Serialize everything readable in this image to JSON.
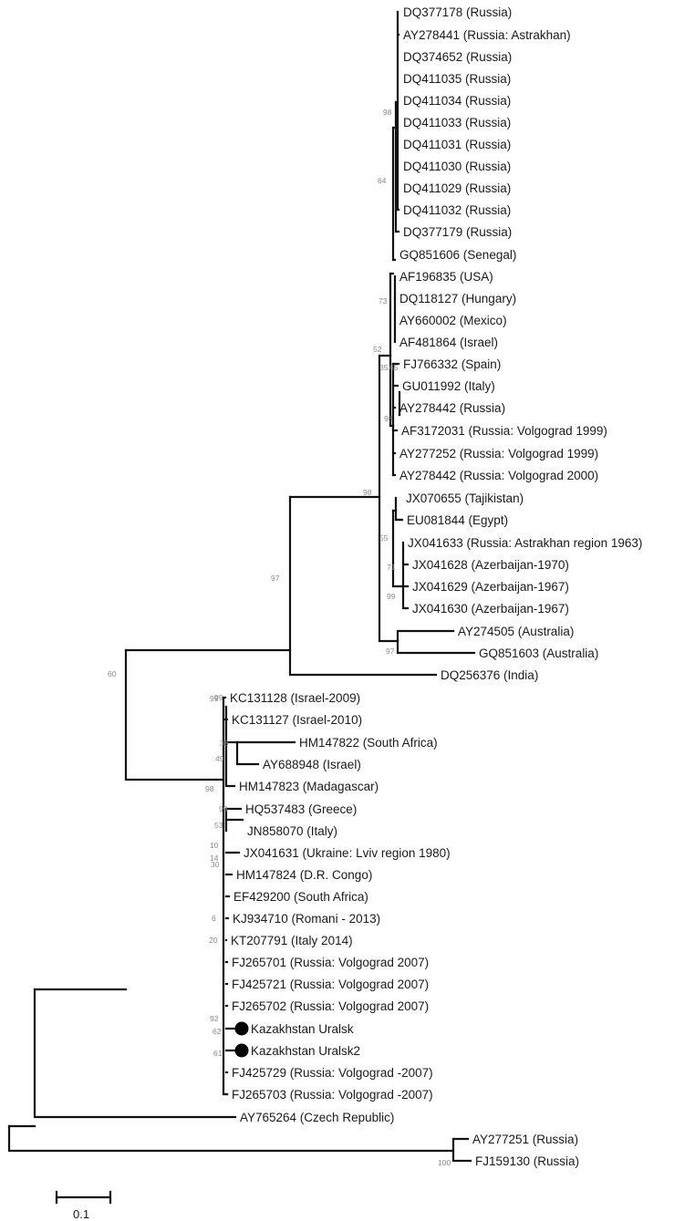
{
  "figure": {
    "type": "phylogenetic-tree",
    "colors": {
      "branch": "#111111",
      "label": "#1a1a1a",
      "support": "#8a8a8a",
      "marker": "#000000"
    },
    "scale_bar": {
      "label": "0.1"
    },
    "taxa": [
      {
        "id": "t1",
        "label": "DQ377178 (Russia)"
      },
      {
        "id": "t2",
        "label": "AY278441 (Russia: Astrakhan)"
      },
      {
        "id": "t3",
        "label": "DQ374652 (Russia)"
      },
      {
        "id": "t4",
        "label": "DQ411035 (Russia)"
      },
      {
        "id": "t5",
        "label": "DQ411034 (Russia)"
      },
      {
        "id": "t6",
        "label": "DQ411033 (Russia)"
      },
      {
        "id": "t7",
        "label": "DQ411031 (Russia)"
      },
      {
        "id": "t8",
        "label": "DQ411030 (Russia)"
      },
      {
        "id": "t9",
        "label": "DQ411029 (Russia)"
      },
      {
        "id": "t10",
        "label": "DQ411032 (Russia)"
      },
      {
        "id": "t11",
        "label": "DQ377179 (Russia)"
      },
      {
        "id": "t12",
        "label": "GQ851606 (Senegal)"
      },
      {
        "id": "t13",
        "label": "AF196835 (USA)"
      },
      {
        "id": "t14",
        "label": "DQ118127 (Hungary)"
      },
      {
        "id": "t15",
        "label": "AY660002 (Mexico)"
      },
      {
        "id": "t16",
        "label": "AF481864 (Israel)"
      },
      {
        "id": "t17",
        "label": "FJ766332 (Spain)"
      },
      {
        "id": "t18",
        "label": "GU011992 (Italy)"
      },
      {
        "id": "t19",
        "label": "AY278442 (Russia)"
      },
      {
        "id": "t20",
        "label": "AF3172031 (Russia: Volgograd 1999)"
      },
      {
        "id": "t21",
        "label": "AY277252 (Russia: Volgograd 1999)"
      },
      {
        "id": "t22",
        "label": "AY278442 (Russia: Volgograd 2000)"
      },
      {
        "id": "t23",
        "label": "JX070655 (Tajikistan)"
      },
      {
        "id": "t24",
        "label": "EU081844 (Egypt)"
      },
      {
        "id": "t25",
        "label": "JX041633 (Russia: Astrakhan region 1963)"
      },
      {
        "id": "t26",
        "label": "JX041628 (Azerbaijan-1970)"
      },
      {
        "id": "t27",
        "label": "JX041629 (Azerbaijan-1967)"
      },
      {
        "id": "t28",
        "label": "JX041630 (Azerbaijan-1967)"
      },
      {
        "id": "t29",
        "label": "AY274505 (Australia)"
      },
      {
        "id": "t30",
        "label": "GQ851603 (Australia)"
      },
      {
        "id": "t31",
        "label": "DQ256376 (India)"
      },
      {
        "id": "t32",
        "label": "KC131128 (Israel-2009)"
      },
      {
        "id": "t33",
        "label": "KC131127 (Israel-2010)"
      },
      {
        "id": "t34",
        "label": "HM147822 (South Africa)"
      },
      {
        "id": "t35",
        "label": "AY688948 (Israel)"
      },
      {
        "id": "t36",
        "label": "HM147823 (Madagascar)"
      },
      {
        "id": "t37",
        "label": "HQ537483 (Greece)"
      },
      {
        "id": "t38",
        "label": "JN858070 (Italy)"
      },
      {
        "id": "t39",
        "label": "JX041631 (Ukraine: Lviv region 1980)"
      },
      {
        "id": "t40",
        "label": "HM147824 (D.R. Congo)"
      },
      {
        "id": "t41",
        "label": "EF429200 (South Africa)"
      },
      {
        "id": "t42",
        "label": "KJ934710 (Romani - 2013)"
      },
      {
        "id": "t43",
        "label": "KT207791 (Italy 2014)"
      },
      {
        "id": "t44",
        "label": "FJ265701 (Russia: Volgograd 2007)"
      },
      {
        "id": "t45",
        "label": "FJ425721 (Russia: Volgograd 2007)"
      },
      {
        "id": "t46",
        "label": "FJ265702 (Russia: Volgograd 2007)"
      },
      {
        "id": "t47",
        "label": "Kazakhstan Uralsk",
        "marker": true
      },
      {
        "id": "t48",
        "label": "Kazakhstan Uralsk2",
        "marker": true
      },
      {
        "id": "t49",
        "label": "FJ425729 (Russia: Volgograd -2007)"
      },
      {
        "id": "t50",
        "label": "FJ265703 (Russia: Volgograd -2007)"
      },
      {
        "id": "t51",
        "label": "AY765264 (Czech Republic)"
      },
      {
        "id": "t52",
        "label": "AY277251 (Russia)"
      },
      {
        "id": "t53",
        "label": "FJ159130 (Russia)"
      }
    ],
    "support_values": [
      "98",
      "64",
      "73",
      "52",
      "65",
      "35",
      "98",
      "97",
      "98",
      "55",
      "71",
      "99",
      "99",
      "97",
      "60",
      "99",
      "38",
      "49",
      "98",
      "99",
      "53",
      "14",
      "10",
      "30",
      "6",
      "20",
      "92",
      "62",
      "61",
      "100"
    ]
  }
}
